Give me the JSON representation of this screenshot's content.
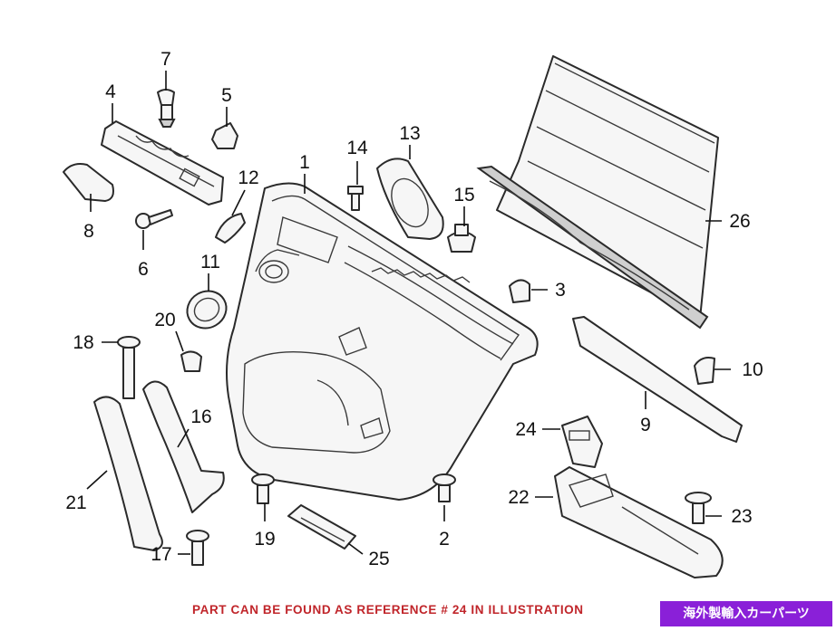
{
  "callouts": [
    {
      "id": "c1",
      "label": "1"
    },
    {
      "id": "c2",
      "label": "2"
    },
    {
      "id": "c3",
      "label": "3"
    },
    {
      "id": "c4",
      "label": "4"
    },
    {
      "id": "c5",
      "label": "5"
    },
    {
      "id": "c6",
      "label": "6"
    },
    {
      "id": "c7",
      "label": "7"
    },
    {
      "id": "c8",
      "label": "8"
    },
    {
      "id": "c9",
      "label": "9"
    },
    {
      "id": "c10",
      "label": "10"
    },
    {
      "id": "c11",
      "label": "11"
    },
    {
      "id": "c12",
      "label": "12"
    },
    {
      "id": "c13",
      "label": "13"
    },
    {
      "id": "c14",
      "label": "14"
    },
    {
      "id": "c15",
      "label": "15"
    },
    {
      "id": "c16",
      "label": "16"
    },
    {
      "id": "c17",
      "label": "17"
    },
    {
      "id": "c18",
      "label": "18"
    },
    {
      "id": "c19",
      "label": "19"
    },
    {
      "id": "c20",
      "label": "20"
    },
    {
      "id": "c21",
      "label": "21"
    },
    {
      "id": "c22",
      "label": "22"
    },
    {
      "id": "c23",
      "label": "23"
    },
    {
      "id": "c24",
      "label": "24"
    },
    {
      "id": "c25",
      "label": "25"
    },
    {
      "id": "c26",
      "label": "26"
    }
  ],
  "note": "PART CAN BE FOUND AS REFERENCE # 24 IN ILLUSTRATION",
  "badge": "海外製輸入カーパーツ",
  "colors": {
    "note": "#c0252a",
    "badge_bg": "#8a20d8",
    "badge_text": "#ffffff",
    "line": "#2a2a2a"
  }
}
